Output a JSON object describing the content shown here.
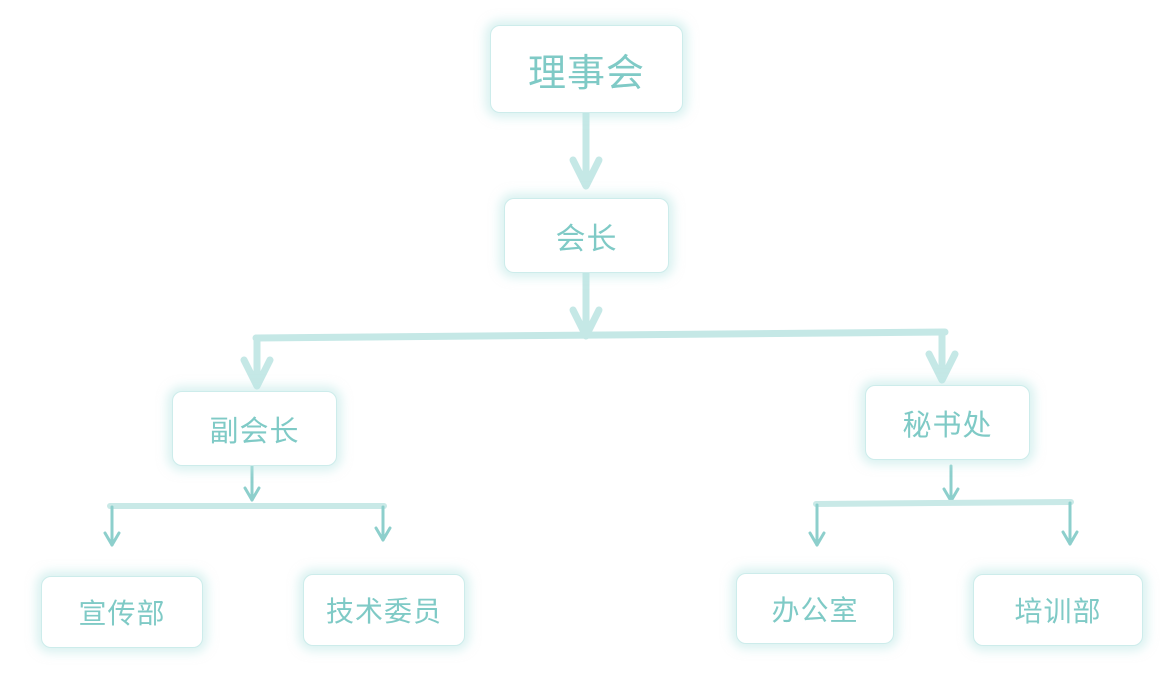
{
  "org_chart": {
    "board": "理事会",
    "president": "会长",
    "vice_president": "副会长",
    "secretariat": "秘书处",
    "publicity_dept": "宣传部",
    "tech_committee": "技术委员",
    "office": "办公室",
    "training_dept": "培训部"
  },
  "colors": {
    "text": "#7fcac6",
    "border": "#cdeceb",
    "main_connector": "#c5e8e6",
    "branch_connector": "#c9e9e7",
    "arrow_small": "#8dcfcc"
  }
}
